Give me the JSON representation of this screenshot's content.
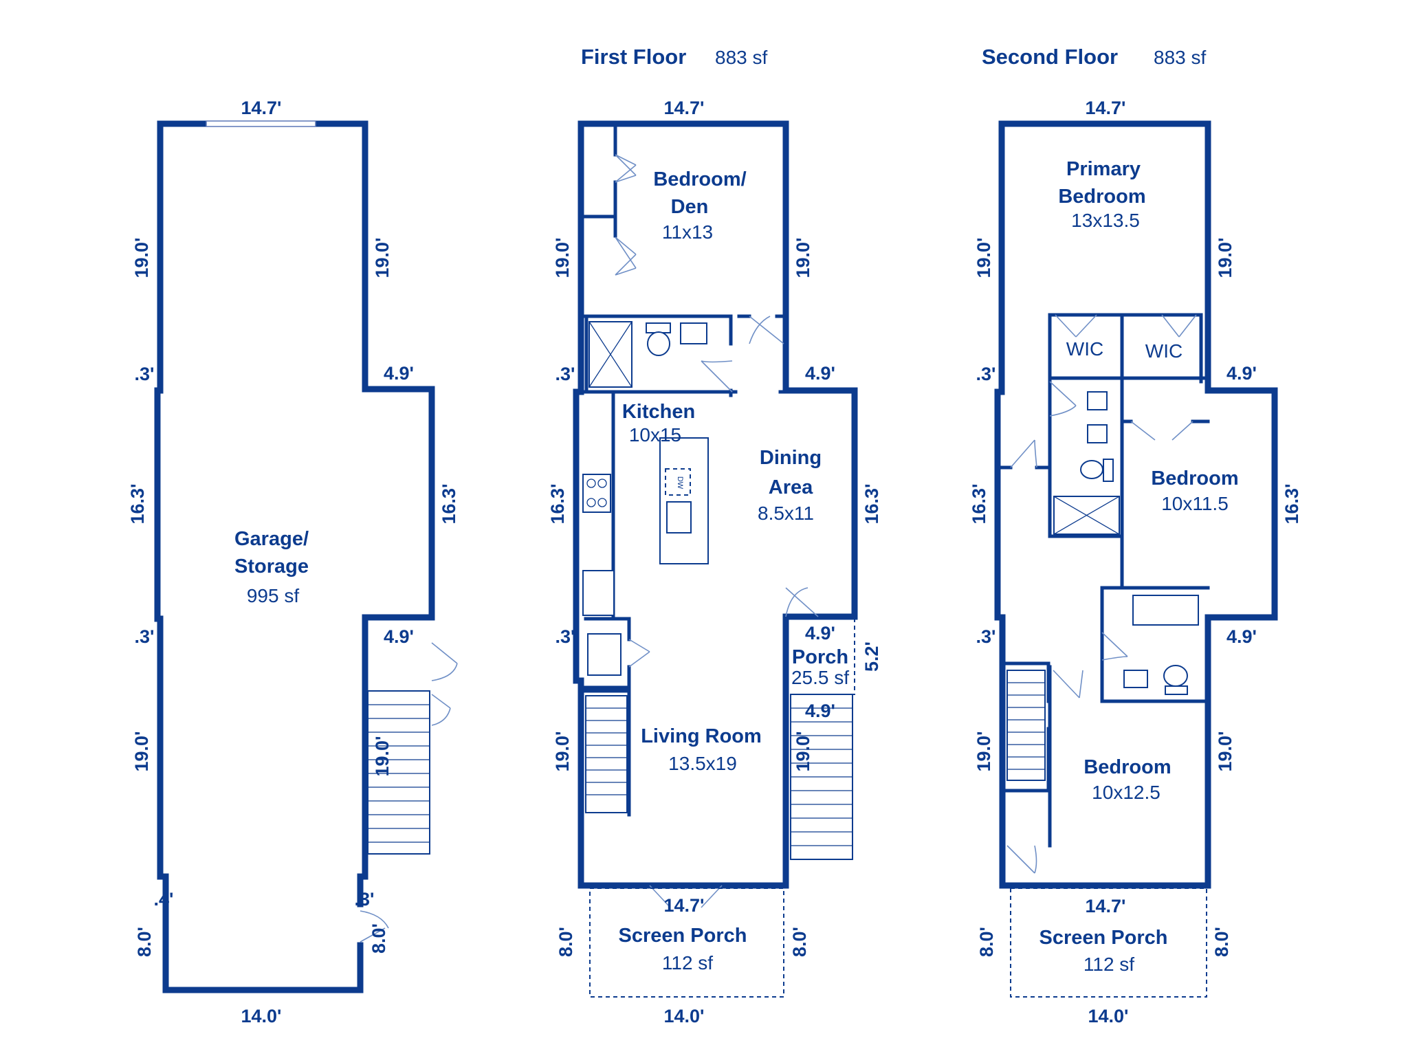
{
  "headers": [
    {
      "title": "First Floor",
      "area": "883 sf"
    },
    {
      "title": "Second Floor",
      "area": "883 sf"
    }
  ],
  "garage_level": {
    "rooms": [
      {
        "line1": "Garage/",
        "line2": "Storage",
        "size": "995 sf"
      }
    ],
    "dimensions": {
      "top": "14.7'",
      "left_upper": "19.0'",
      "right_upper": "19.0'",
      "left_jog_upper": ".3'",
      "right_bump_upper": "4.9'",
      "left_mid": "16.3'",
      "right_mid": "16.3'",
      "left_jog_lower": ".3'",
      "right_bump_lower": "4.9'",
      "left_lower": "19.0'",
      "right_lower": "19.0'",
      "left_jog_bottom": ".4'",
      "right_jog_bottom": ".3'",
      "left_bottom": "8.0'",
      "right_bottom": "8.0'",
      "bottom": "14.0'"
    }
  },
  "first_floor": {
    "rooms": {
      "bedroom": {
        "line1": "Bedroom/",
        "line2": "Den",
        "size": "11x13"
      },
      "kitchen": {
        "name": "Kitchen",
        "size": "10x15"
      },
      "dining": {
        "line1": "Dining",
        "line2": "Area",
        "size": "8.5x11"
      },
      "living": {
        "name": "Living Room",
        "size": "13.5x19"
      },
      "porch": {
        "name": "Porch",
        "size": "25.5 sf"
      },
      "screen_porch": {
        "name": "Screen Porch",
        "size": "112 sf"
      }
    },
    "appliance_label": "DW",
    "dimensions": {
      "top": "14.7'",
      "left_upper": "19.0'",
      "right_upper": "19.0'",
      "left_jog_upper": ".3'",
      "right_bump_upper": "4.9'",
      "left_mid": "16.3'",
      "right_mid": "16.3'",
      "left_jog_lower": ".3'",
      "right_bump_lower": "4.9'",
      "porch_side": "5.2'",
      "porch_bottom": "4.9'",
      "left_lower": "19.0'",
      "right_lower": "19.0'",
      "bottom_wall": "14.7'",
      "porch_left": "8.0'",
      "porch_right": "8.0'",
      "bottom": "14.0'"
    }
  },
  "second_floor": {
    "rooms": {
      "primary": {
        "line1": "Primary",
        "line2": "Bedroom",
        "size": "13x13.5"
      },
      "wic1": {
        "name": "WIC"
      },
      "wic2": {
        "name": "WIC"
      },
      "bedroom_a": {
        "name": "Bedroom",
        "size": "10x11.5"
      },
      "bedroom_b": {
        "name": "Bedroom",
        "size": "10x12.5"
      },
      "screen_porch": {
        "name": "Screen Porch",
        "size": "112 sf"
      }
    },
    "dimensions": {
      "top": "14.7'",
      "left_upper": "19.0'",
      "right_upper": "19.0'",
      "left_jog_upper": ".3'",
      "right_bump_upper": "4.9'",
      "left_mid": "16.3'",
      "right_mid": "16.3'",
      "left_jog_lower": ".3'",
      "right_bump_lower": "4.9'",
      "left_lower": "19.0'",
      "right_lower": "19.0'",
      "bottom_wall": "14.7'",
      "porch_left": "8.0'",
      "porch_right": "8.0'",
      "bottom": "14.0'"
    }
  }
}
